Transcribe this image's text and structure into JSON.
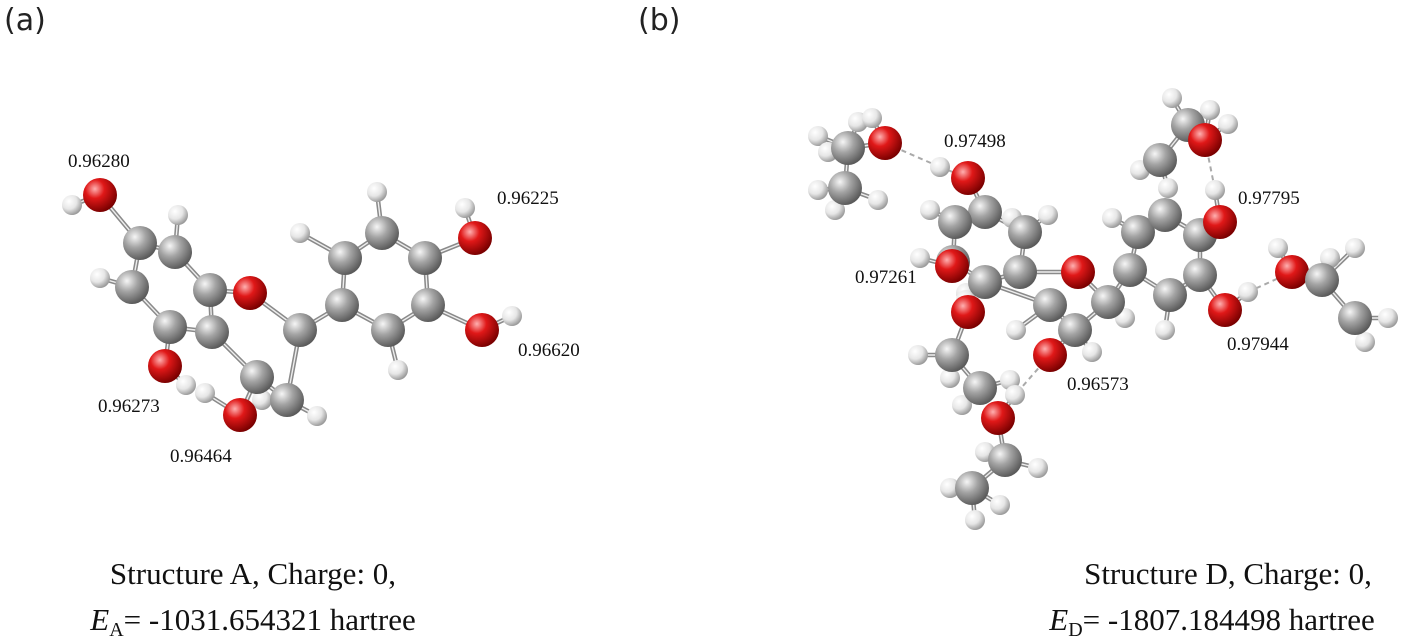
{
  "panels": [
    {
      "letter": "(a)",
      "bond_lengths": [
        "0.96280",
        "0.96225",
        "0.96620",
        "0.96273",
        "0.96464"
      ],
      "caption_line1": "Structure A, Charge: 0,",
      "energy_symbol": "E",
      "energy_subscript": "A",
      "energy_value": "= -1031.654321 hartree"
    },
    {
      "letter": "(b)",
      "bond_lengths": [
        "0.97498",
        "0.97795",
        "0.97261",
        "0.97944",
        "0.96573"
      ],
      "caption_line1": "Structure D, Charge: 0,",
      "energy_symbol": "E",
      "energy_subscript": "D",
      "energy_value": "= -1807.184498  hartree"
    }
  ],
  "atom_colors": {
    "carbon": "#8c8c8c",
    "oxygen": "#e01818",
    "hydrogen": "#e6e6e6"
  }
}
